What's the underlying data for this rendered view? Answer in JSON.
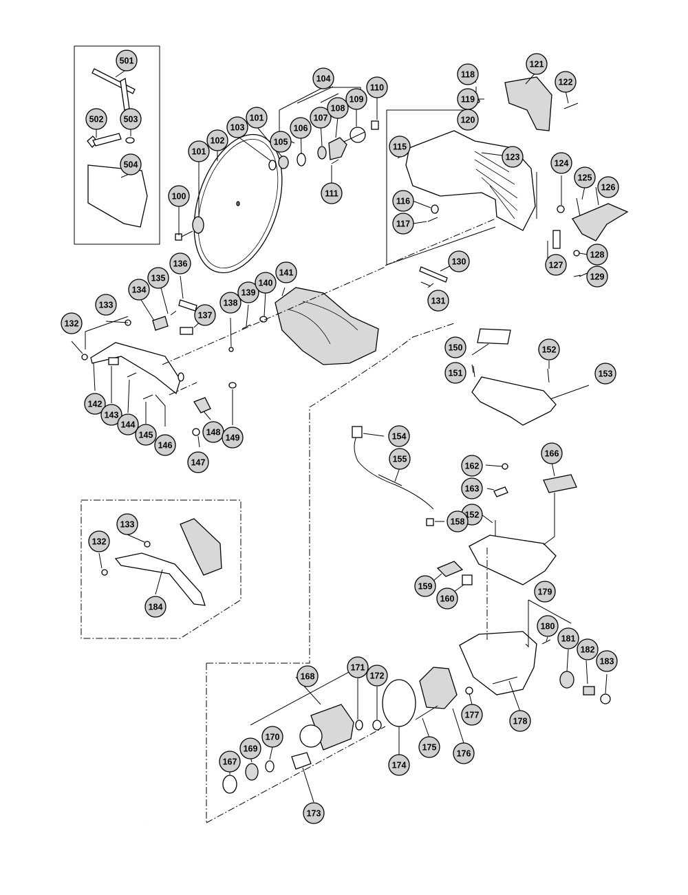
{
  "callouts": [
    {
      "id": "501",
      "label": "501"
    },
    {
      "id": "502",
      "label": "502"
    },
    {
      "id": "503",
      "label": "503"
    },
    {
      "id": "504",
      "label": "504"
    },
    {
      "id": "100",
      "label": "100"
    },
    {
      "id": "101a",
      "label": "101"
    },
    {
      "id": "101b",
      "label": "101"
    },
    {
      "id": "102",
      "label": "102"
    },
    {
      "id": "103",
      "label": "103"
    },
    {
      "id": "104",
      "label": "104"
    },
    {
      "id": "105",
      "label": "105"
    },
    {
      "id": "106",
      "label": "106"
    },
    {
      "id": "107",
      "label": "107"
    },
    {
      "id": "108",
      "label": "108"
    },
    {
      "id": "109",
      "label": "109"
    },
    {
      "id": "110",
      "label": "110"
    },
    {
      "id": "111",
      "label": "111"
    },
    {
      "id": "115",
      "label": "115"
    },
    {
      "id": "116",
      "label": "116"
    },
    {
      "id": "117",
      "label": "117"
    },
    {
      "id": "118",
      "label": "118"
    },
    {
      "id": "119",
      "label": "119"
    },
    {
      "id": "120",
      "label": "120"
    },
    {
      "id": "121",
      "label": "121"
    },
    {
      "id": "122",
      "label": "122"
    },
    {
      "id": "123",
      "label": "123"
    },
    {
      "id": "124",
      "label": "124"
    },
    {
      "id": "125",
      "label": "125"
    },
    {
      "id": "126",
      "label": "126"
    },
    {
      "id": "127",
      "label": "127"
    },
    {
      "id": "128",
      "label": "128"
    },
    {
      "id": "129",
      "label": "129"
    },
    {
      "id": "130",
      "label": "130"
    },
    {
      "id": "131",
      "label": "131"
    },
    {
      "id": "132a",
      "label": "132"
    },
    {
      "id": "133a",
      "label": "133"
    },
    {
      "id": "134",
      "label": "134"
    },
    {
      "id": "135",
      "label": "135"
    },
    {
      "id": "136",
      "label": "136"
    },
    {
      "id": "137",
      "label": "137"
    },
    {
      "id": "138",
      "label": "138"
    },
    {
      "id": "139",
      "label": "139"
    },
    {
      "id": "140",
      "label": "140"
    },
    {
      "id": "141",
      "label": "141"
    },
    {
      "id": "142",
      "label": "142"
    },
    {
      "id": "143",
      "label": "143"
    },
    {
      "id": "144",
      "label": "144"
    },
    {
      "id": "145",
      "label": "145"
    },
    {
      "id": "146",
      "label": "146"
    },
    {
      "id": "147",
      "label": "147"
    },
    {
      "id": "148",
      "label": "148"
    },
    {
      "id": "149",
      "label": "149"
    },
    {
      "id": "150",
      "label": "150"
    },
    {
      "id": "151",
      "label": "151"
    },
    {
      "id": "152a",
      "label": "152"
    },
    {
      "id": "153",
      "label": "153"
    },
    {
      "id": "154",
      "label": "154"
    },
    {
      "id": "155",
      "label": "155"
    },
    {
      "id": "152b",
      "label": "152"
    },
    {
      "id": "158",
      "label": "158"
    },
    {
      "id": "159",
      "label": "159"
    },
    {
      "id": "160",
      "label": "160"
    },
    {
      "id": "162",
      "label": "162"
    },
    {
      "id": "163",
      "label": "163"
    },
    {
      "id": "166",
      "label": "166"
    },
    {
      "id": "132b",
      "label": "132"
    },
    {
      "id": "133b",
      "label": "133"
    },
    {
      "id": "184",
      "label": "184"
    },
    {
      "id": "168",
      "label": "168"
    },
    {
      "id": "171",
      "label": "171"
    },
    {
      "id": "172",
      "label": "172"
    },
    {
      "id": "170",
      "label": "170"
    },
    {
      "id": "169",
      "label": "169"
    },
    {
      "id": "167",
      "label": "167"
    },
    {
      "id": "173",
      "label": "173"
    },
    {
      "id": "174",
      "label": "174"
    },
    {
      "id": "175",
      "label": "175"
    },
    {
      "id": "176",
      "label": "176"
    },
    {
      "id": "177",
      "label": "177"
    },
    {
      "id": "178",
      "label": "178"
    },
    {
      "id": "179",
      "label": "179"
    },
    {
      "id": "180",
      "label": "180"
    },
    {
      "id": "181",
      "label": "181"
    },
    {
      "id": "182",
      "label": "182"
    },
    {
      "id": "183",
      "label": "183"
    }
  ]
}
